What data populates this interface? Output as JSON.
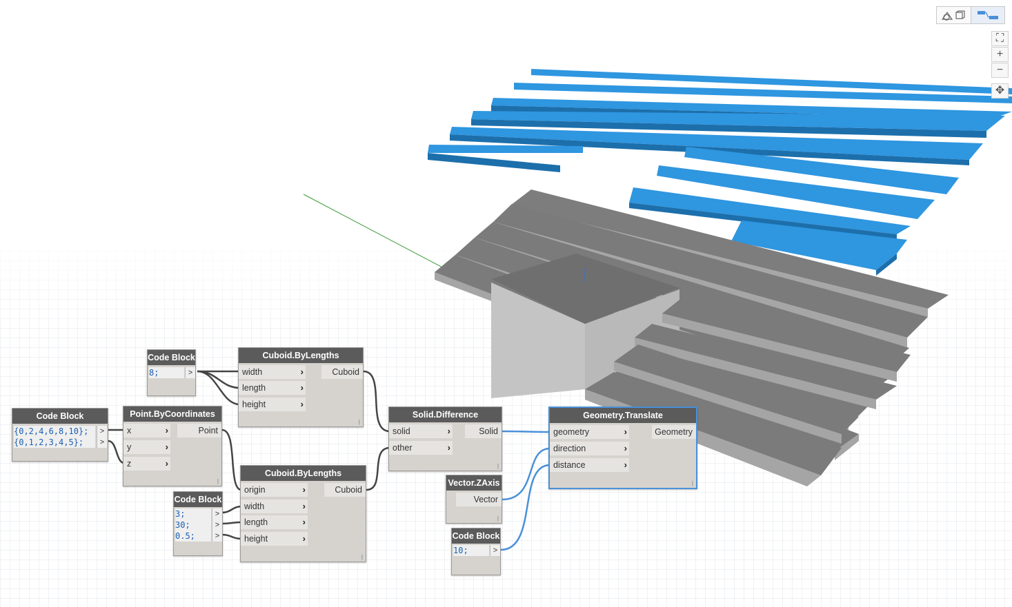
{
  "toolbar": {
    "geometry_view_icon": "geometry-view-icon",
    "graph_view_icon": "graph-view-icon"
  },
  "zoom": {
    "fit": "⛶",
    "in": "+",
    "out": "−",
    "pan": "✥"
  },
  "colors": {
    "accent_blue": "#2f96e0",
    "wire_blue": "#4a90d9",
    "node_header": "#5b5b5b",
    "node_body": "#d6d3ce"
  },
  "nodes": {
    "cb_top": {
      "title": "Code Block",
      "lines": "8;"
    },
    "cb_left": {
      "title": "Code Block",
      "lines": "{0,2,4,6,8,10};\n{0,1,2,3,4,5};"
    },
    "point": {
      "title": "Point.ByCoordinates",
      "in": [
        "x",
        "y",
        "z"
      ],
      "out": "Point"
    },
    "cuboid1": {
      "title": "Cuboid.ByLengths",
      "in": [
        "width",
        "length",
        "height"
      ],
      "out": "Cuboid"
    },
    "cuboid2": {
      "title": "Cuboid.ByLengths",
      "in": [
        "origin",
        "width",
        "length",
        "height"
      ],
      "out": "Cuboid"
    },
    "cb_mid": {
      "title": "Code Block",
      "lines": "3;\n30;\n0.5;"
    },
    "solid_diff": {
      "title": "Solid.Difference",
      "in": [
        "solid",
        "other"
      ],
      "out": "Solid"
    },
    "vector_z": {
      "title": "Vector.ZAxis",
      "out": "Vector"
    },
    "cb_bottom": {
      "title": "Code Block",
      "lines": "10;"
    },
    "translate": {
      "title": "Geometry.Translate",
      "in": [
        "geometry",
        "direction",
        "distance"
      ],
      "out": "Geometry"
    }
  },
  "out_glyph": ">"
}
